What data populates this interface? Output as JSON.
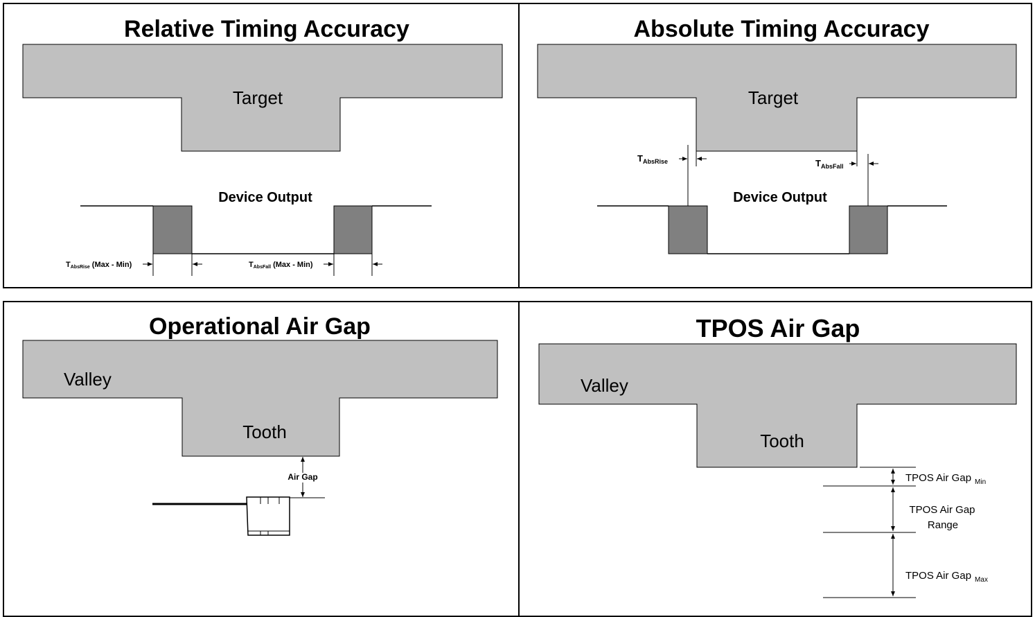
{
  "colors": {
    "target_fill": "#c0c0c0",
    "pulse_fill": "#808080",
    "line": "#000000"
  },
  "panels": {
    "relative": {
      "title": "Relative Timing Accuracy",
      "target_label": "Target",
      "device_output_label": "Device Output",
      "rise_label_main": "T",
      "rise_label_sub": "AbsRise",
      "rise_label_tail": " (Max - Min)",
      "fall_label_main": "T",
      "fall_label_sub": "AbsFall",
      "fall_label_tail": " (Max - Min)"
    },
    "absolute": {
      "title": "Absolute Timing Accuracy",
      "target_label": "Target",
      "device_output_label": "Device Output",
      "rise_label_main": "T",
      "rise_label_sub": "AbsRise",
      "fall_label_main": "T",
      "fall_label_sub": "AbsFall"
    },
    "operational": {
      "title": "Operational Air Gap",
      "valley_label": "Valley",
      "tooth_label": "Tooth",
      "air_gap_label": "Air Gap"
    },
    "tpos": {
      "title": "TPOS Air Gap",
      "valley_label": "Valley",
      "tooth_label": "Tooth",
      "min_label": "TPOS Air Gap",
      "min_sub": "Min",
      "range_label_line1": "TPOS Air Gap",
      "range_label_line2": "Range",
      "max_label": "TPOS Air Gap",
      "max_sub": "Max"
    }
  }
}
